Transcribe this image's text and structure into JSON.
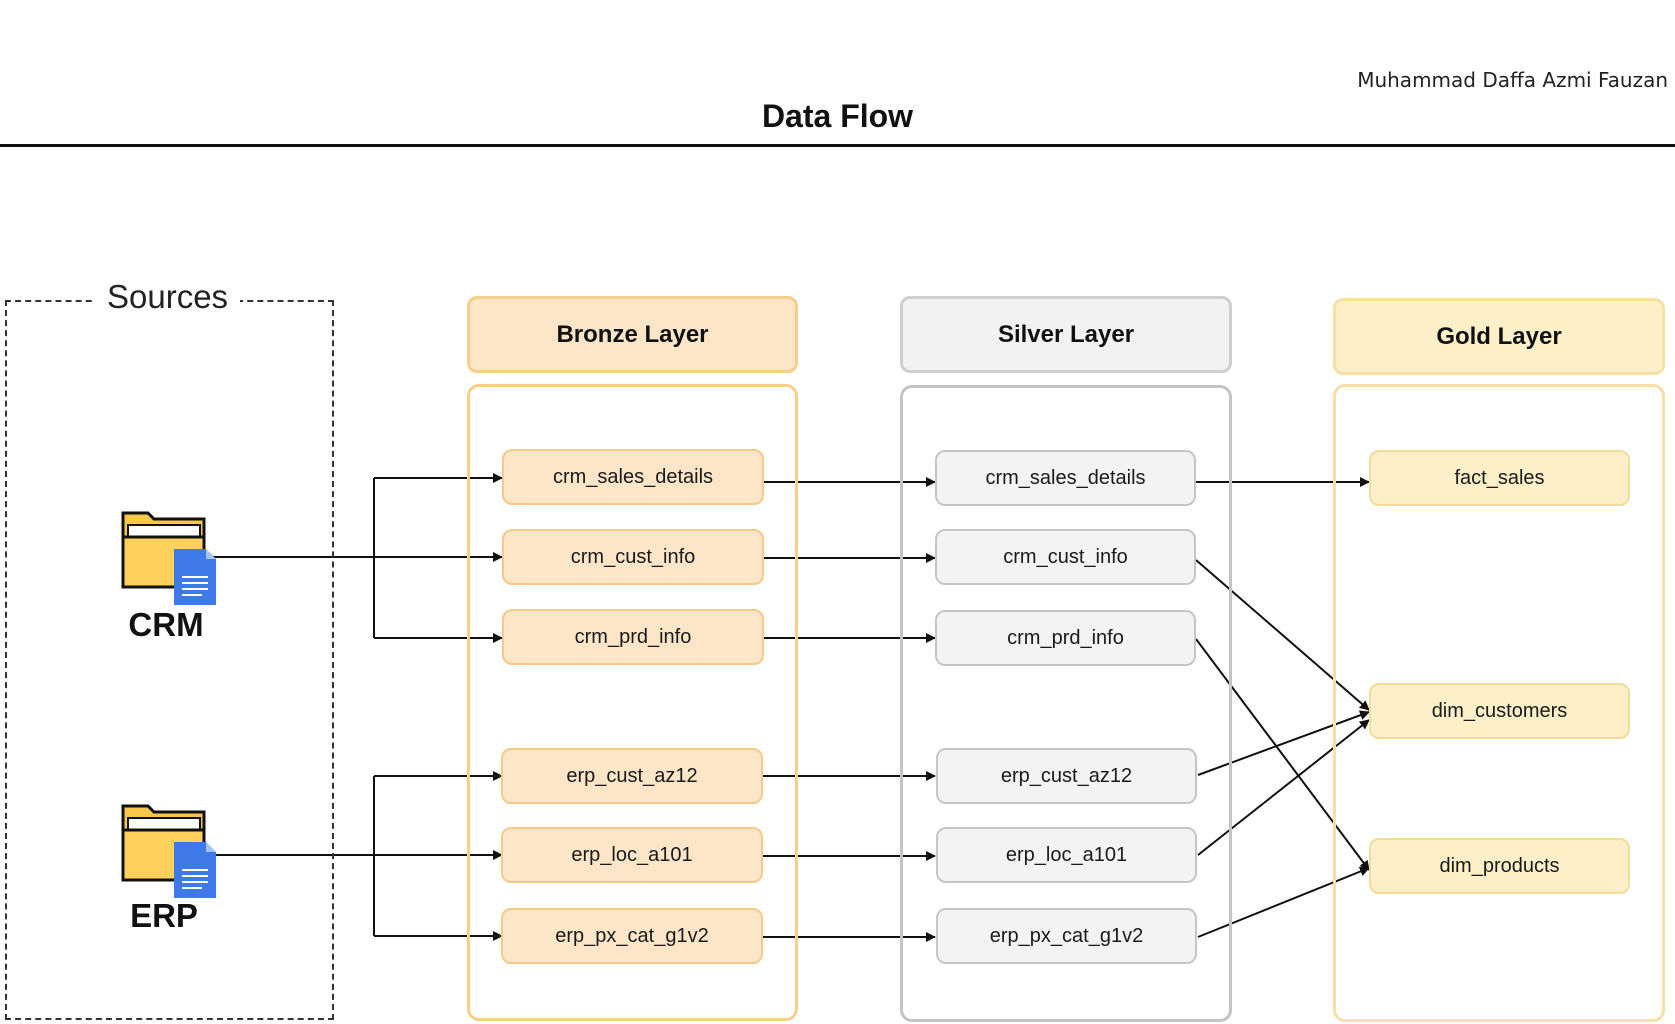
{
  "author": "Muhammad Daffa Azmi Fauzan",
  "title": "Data Flow",
  "sources": {
    "label": "Sources",
    "items": [
      {
        "label": "CRM",
        "icon": "folder-document-icon"
      },
      {
        "label": "ERP",
        "icon": "folder-document-icon"
      }
    ]
  },
  "layers": {
    "bronze": {
      "title": "Bronze Layer",
      "color": "#fde5c8",
      "tables": [
        "crm_sales_details",
        "crm_cust_info",
        "crm_prd_info",
        "erp_cust_az12",
        "erp_loc_a101",
        "erp_px_cat_g1v2"
      ]
    },
    "silver": {
      "title": "Silver Layer",
      "color": "#f3f3f3",
      "tables": [
        "crm_sales_details",
        "crm_cust_info",
        "crm_prd_info",
        "erp_cust_az12",
        "erp_loc_a101",
        "erp_px_cat_g1v2"
      ]
    },
    "gold": {
      "title": "Gold Layer",
      "color": "#fdf0c8",
      "tables": [
        "fact_sales",
        "dim_customers",
        "dim_products"
      ]
    }
  },
  "flows": [
    {
      "from": "CRM",
      "to": "bronze.crm_sales_details"
    },
    {
      "from": "CRM",
      "to": "bronze.crm_cust_info"
    },
    {
      "from": "CRM",
      "to": "bronze.crm_prd_info"
    },
    {
      "from": "ERP",
      "to": "bronze.erp_cust_az12"
    },
    {
      "from": "ERP",
      "to": "bronze.erp_loc_a101"
    },
    {
      "from": "ERP",
      "to": "bronze.erp_px_cat_g1v2"
    },
    {
      "from": "bronze.crm_sales_details",
      "to": "silver.crm_sales_details"
    },
    {
      "from": "bronze.crm_cust_info",
      "to": "silver.crm_cust_info"
    },
    {
      "from": "bronze.crm_prd_info",
      "to": "silver.crm_prd_info"
    },
    {
      "from": "bronze.erp_cust_az12",
      "to": "silver.erp_cust_az12"
    },
    {
      "from": "bronze.erp_loc_a101",
      "to": "silver.erp_loc_a101"
    },
    {
      "from": "bronze.erp_px_cat_g1v2",
      "to": "silver.erp_px_cat_g1v2"
    },
    {
      "from": "silver.crm_sales_details",
      "to": "gold.fact_sales"
    },
    {
      "from": "silver.crm_cust_info",
      "to": "gold.dim_customers"
    },
    {
      "from": "silver.erp_cust_az12",
      "to": "gold.dim_customers"
    },
    {
      "from": "silver.erp_loc_a101",
      "to": "gold.dim_customers"
    },
    {
      "from": "silver.crm_prd_info",
      "to": "gold.dim_products"
    },
    {
      "from": "silver.erp_px_cat_g1v2",
      "to": "gold.dim_products"
    }
  ]
}
